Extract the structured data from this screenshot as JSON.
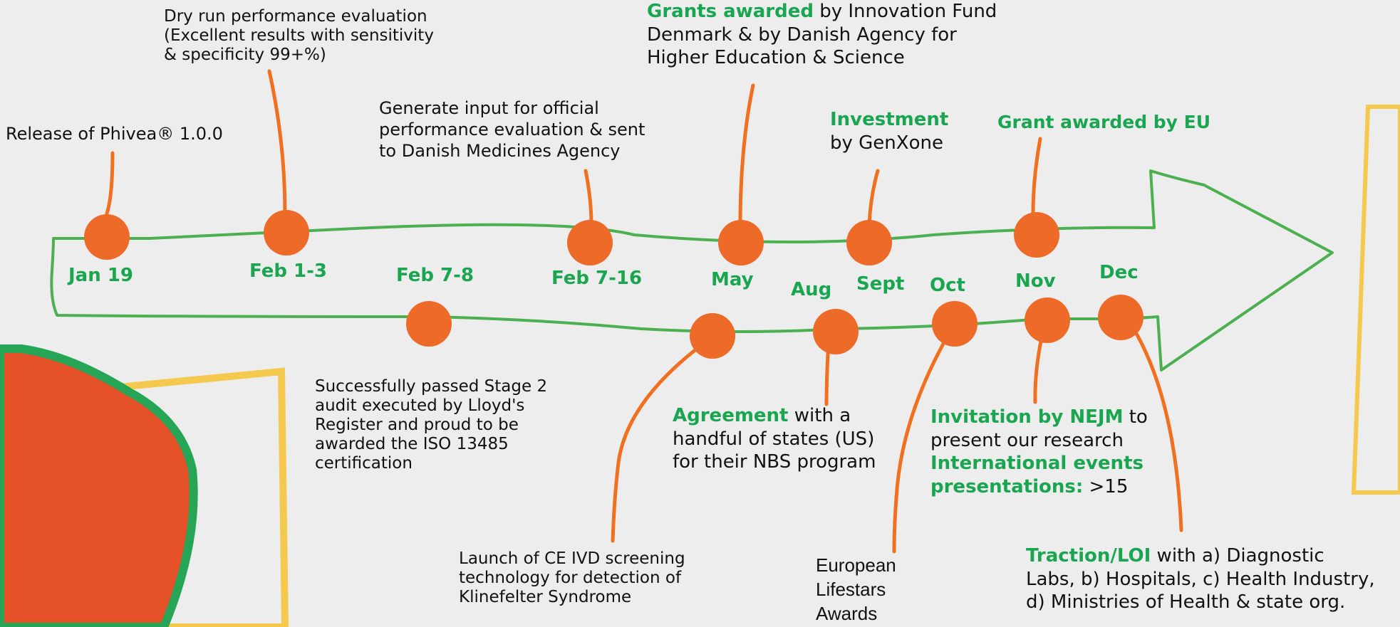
{
  "colors": {
    "background": "#ededed",
    "arrow_outline": "#4caf50",
    "event_dot": "#ee6a28",
    "connector": "#f07020",
    "highlight_text": "#1aa650",
    "blob_fill": "#e55128",
    "blob_outline": "#26a556",
    "frame": "#f5c84e"
  },
  "months": {
    "jan19": "Jan 19",
    "feb1_3": "Feb 1-3",
    "feb7_8": "Feb 7-8",
    "feb7_16": "Feb 7-16",
    "may": "May",
    "aug": "Aug",
    "sept": "Sept",
    "oct": "Oct",
    "nov": "Nov",
    "dec": "Dec"
  },
  "events": {
    "release": "Release of Phivea® 1.0.0",
    "dry_run": {
      "line1": "Dry run performance evaluation",
      "line2": "(Excellent results with sensitivity",
      "line3": "& specificity 99+%)"
    },
    "official_eval": {
      "line1": "Generate input for official",
      "line2": "performance evaluation & sent",
      "line3": "to Danish Medicines Agency"
    },
    "grants": {
      "highlight": "Grants awarded",
      "rest1": " by Innovation Fund",
      "line2": "Denmark & by Danish Agency for",
      "line3": "Higher Education & Science"
    },
    "investment": {
      "highlight": "Investment",
      "line2": "by GenXone"
    },
    "eu_grant": {
      "highlight": "Grant awarded by EU"
    },
    "audit": {
      "line1": "Successfully passed Stage 2",
      "line2": "audit executed by Lloyd's",
      "line3": "Register and proud to be",
      "line4": "awarded the ISO 13485",
      "line5": "certification"
    },
    "agreement": {
      "highlight": "Agreement",
      "rest1": " with a",
      "line2": "handful of states (US)",
      "line3": "for their NBS program"
    },
    "launch": {
      "line1": "Launch of CE IVD screening",
      "line2": "technology for detection of",
      "line3": "Klinefelter Syndrome"
    },
    "lifestars": {
      "line1": "European",
      "line2": "Lifestars",
      "line3": "Awards"
    },
    "nejm": {
      "highlight1": "Invitation by NEJM",
      "rest1": " to",
      "line2": "present our research",
      "highlight2": "International events",
      "highlight3": "presentations:",
      "rest3": " >15"
    },
    "traction": {
      "highlight": "Traction/LOI",
      "rest1": " with a) Diagnostic",
      "line2": "Labs, b) Hospitals, c) Health Industry,",
      "line3": "d) Ministries of Health & state org."
    }
  }
}
